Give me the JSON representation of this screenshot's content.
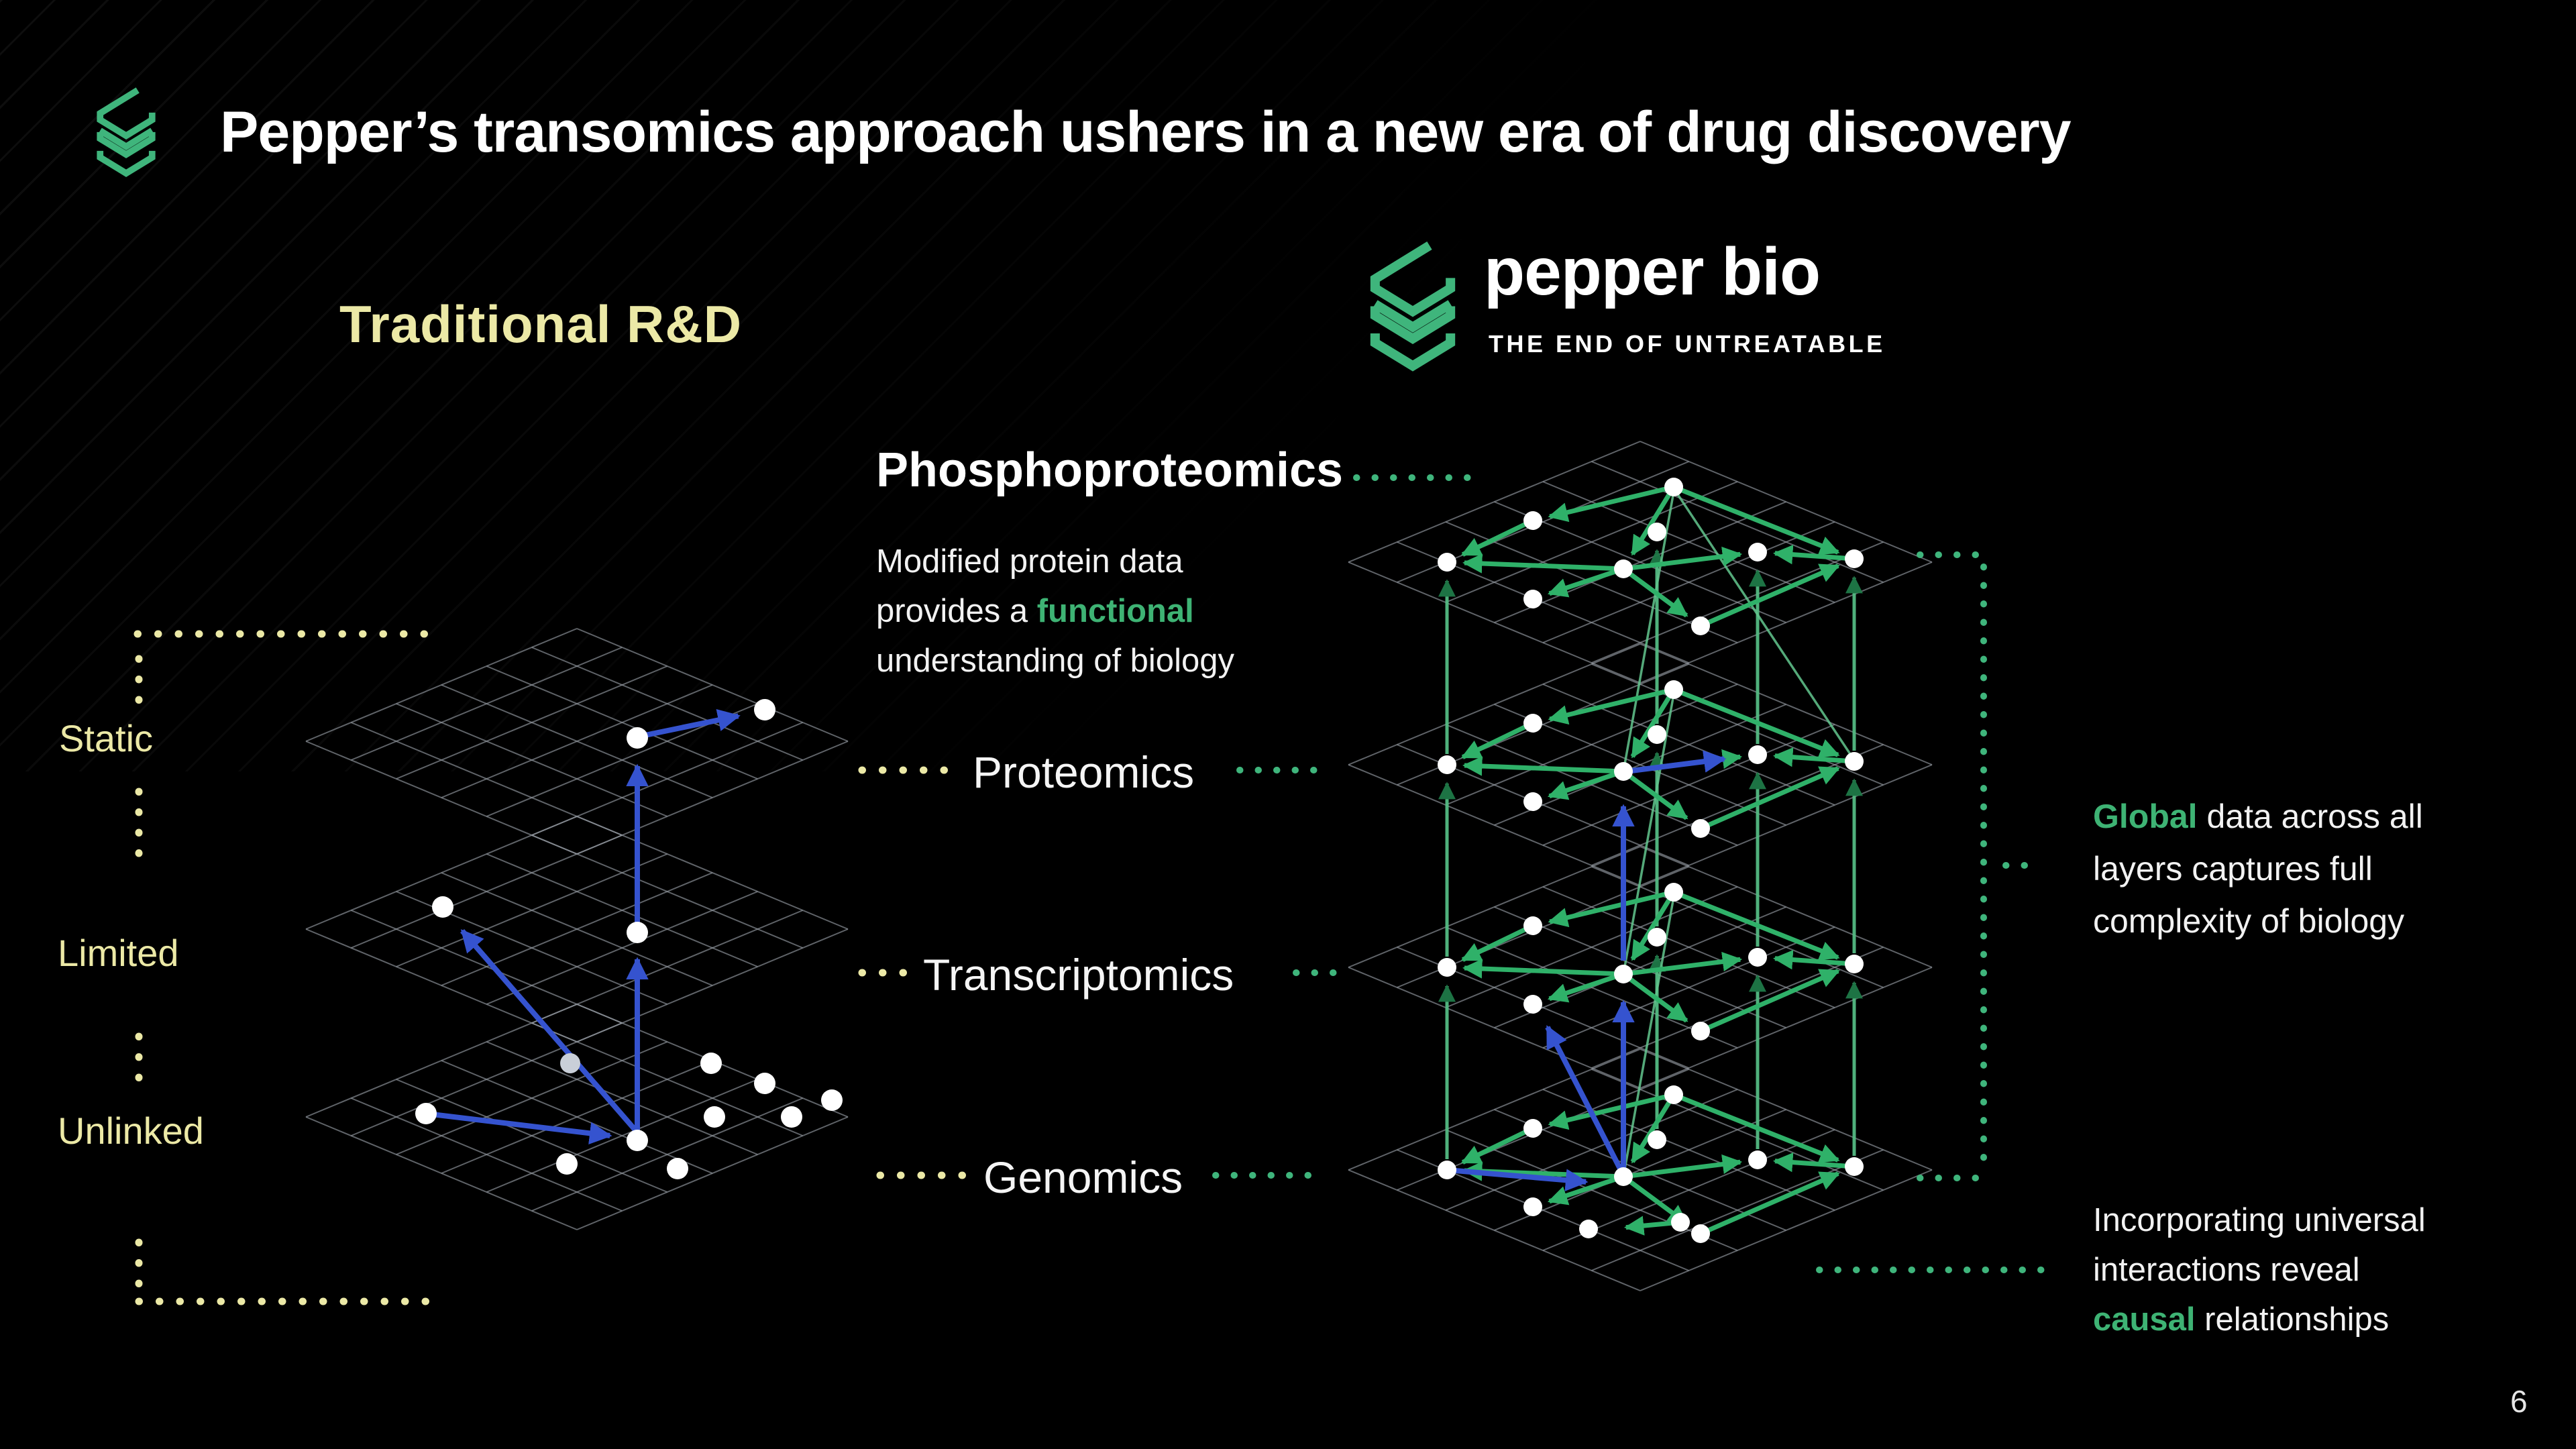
{
  "slide": {
    "title": "Pepper’s transomics approach ushers in a new era of drug discovery",
    "page_number": "6",
    "colors": {
      "accent_green": "#3FB57C",
      "accent_yellow": "#ECE9A6",
      "arrow_blue": "#3553CF"
    }
  },
  "left_panel": {
    "heading": "Traditional R&D",
    "qualities": [
      "Static",
      "Limited",
      "Unlinked"
    ]
  },
  "brand": {
    "name": "pepper bio",
    "tagline": "THE END OF UNTREATABLE"
  },
  "layers": {
    "phosphoproteomics": {
      "label": "Phosphoproteomics",
      "desc_line1": "Modified protein data",
      "desc_line2_pre": "provides a ",
      "desc_line2_highlight": "functional",
      "desc_line3": "understanding of biology"
    },
    "proteomics": {
      "label": "Proteomics"
    },
    "transcriptomics": {
      "label": "Transcriptomics"
    },
    "genomics": {
      "label": "Genomics"
    }
  },
  "annotations": {
    "global": {
      "highlight": "Global",
      "line1_rest": " data across all",
      "line2": "layers captures full",
      "line3": "complexity of biology"
    },
    "causal": {
      "line1": "Incorporating universal",
      "line2": "interactions reveal",
      "line3_highlight": "causal",
      "line3_rest": " relationships"
    }
  }
}
